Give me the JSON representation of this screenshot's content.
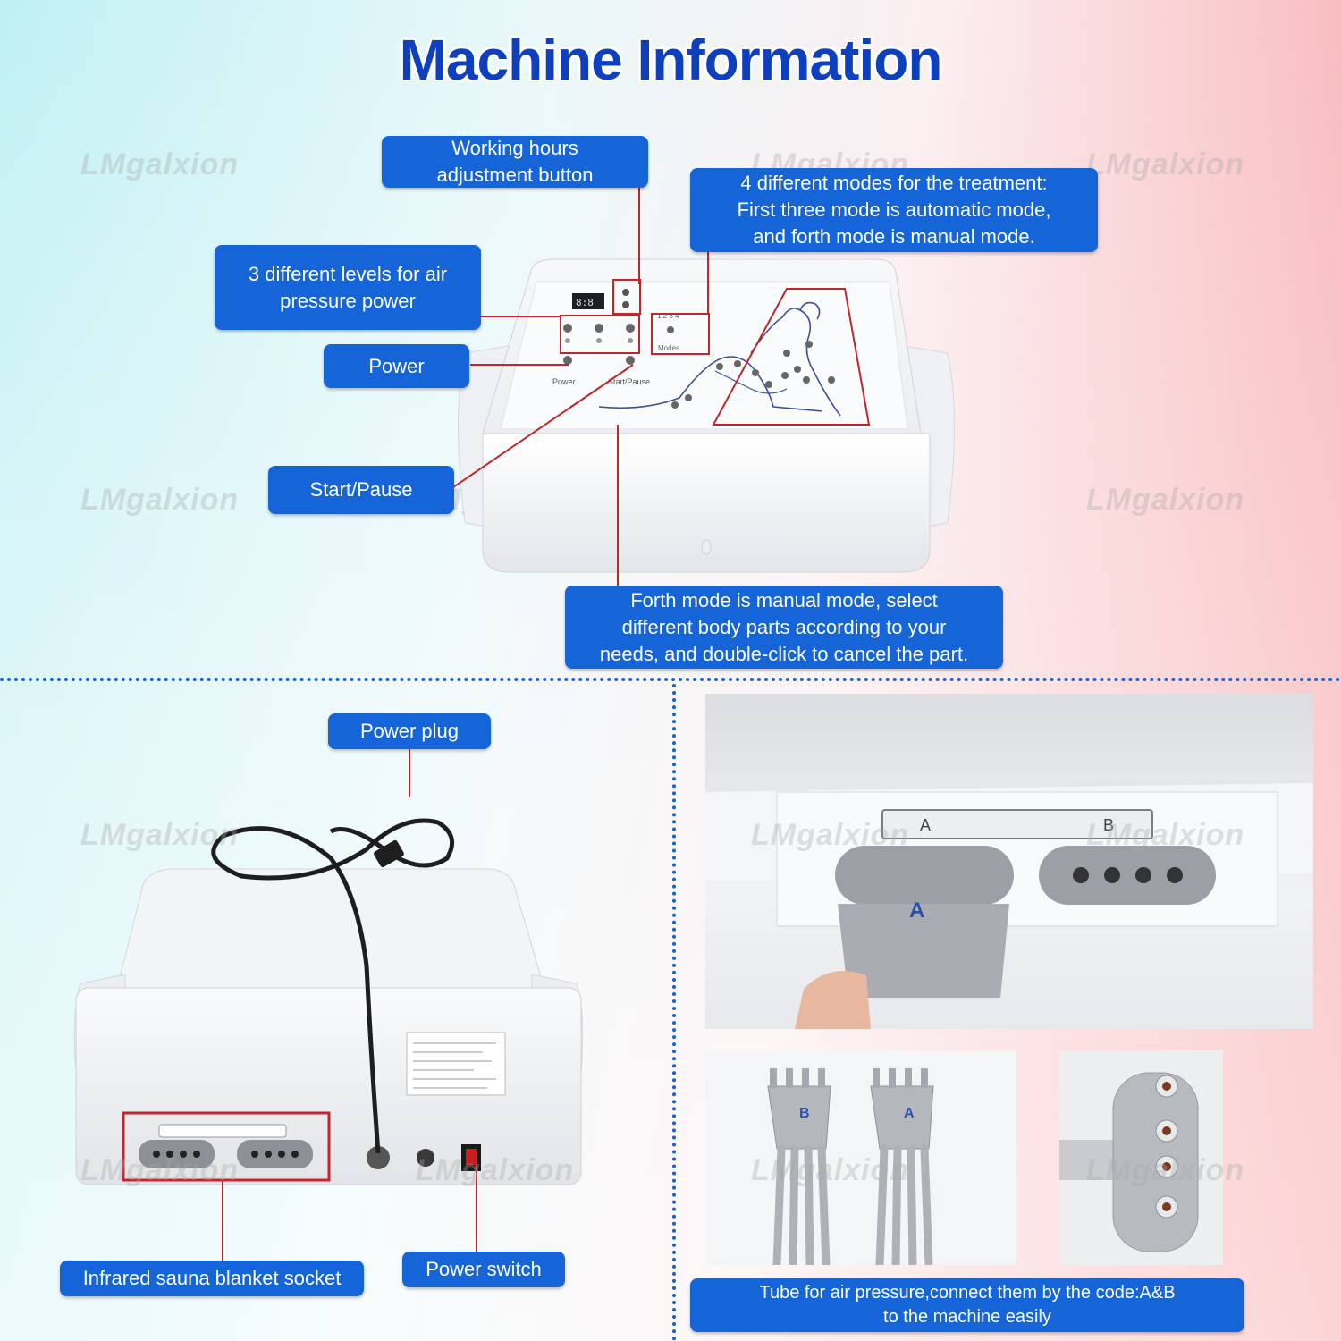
{
  "title": "Machine Information",
  "watermark": "LMgalxion",
  "callouts": {
    "working_hours": [
      "Working hours",
      "adjustment button"
    ],
    "modes": [
      "4 different modes for the treatment:",
      "First three mode is automatic mode,",
      "and forth mode is manual mode."
    ],
    "air_levels": [
      "3 different levels for air",
      "pressure power"
    ],
    "power": "Power",
    "start_pause": "Start/Pause",
    "manual_mode": [
      "Forth mode is manual mode, select",
      "different body parts according to your",
      "needs, and double-click to cancel the part."
    ],
    "power_plug": "Power plug",
    "sauna_socket": "Infrared sauna blanket socket",
    "power_switch": "Power switch",
    "tube": [
      "Tube for air pressure,connect them by the code:A&B",
      "to the machine easily"
    ]
  },
  "panel_labels": {
    "power": "Power",
    "start_pause": "Start/Pause",
    "modes": "Modes"
  },
  "connector_letters": {
    "a": "A",
    "b": "B"
  },
  "colors": {
    "callout_blue": "#1565d8",
    "title_blue": "#0d3fbf",
    "line_red": "#c0262b",
    "divider_blue": "#1d5fc4"
  }
}
